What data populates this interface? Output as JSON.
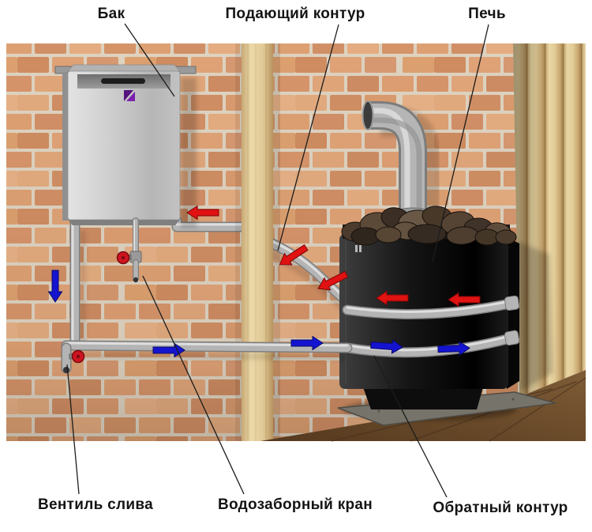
{
  "labels": {
    "tank": "Бак",
    "supply_circuit": "Подающий контур",
    "stove": "Печь",
    "drain_valve": "Вентиль слива",
    "water_tap": "Водозаборный кран",
    "return_circuit": "Обратный контур"
  },
  "flow": {
    "hot": {
      "color": "#e01212",
      "arrow_count": 5
    },
    "cold": {
      "color": "#1414d0",
      "arrow_count": 5
    }
  },
  "colors": {
    "valve_handle": "#ce1520",
    "leader_line": "#1c1c1c"
  }
}
